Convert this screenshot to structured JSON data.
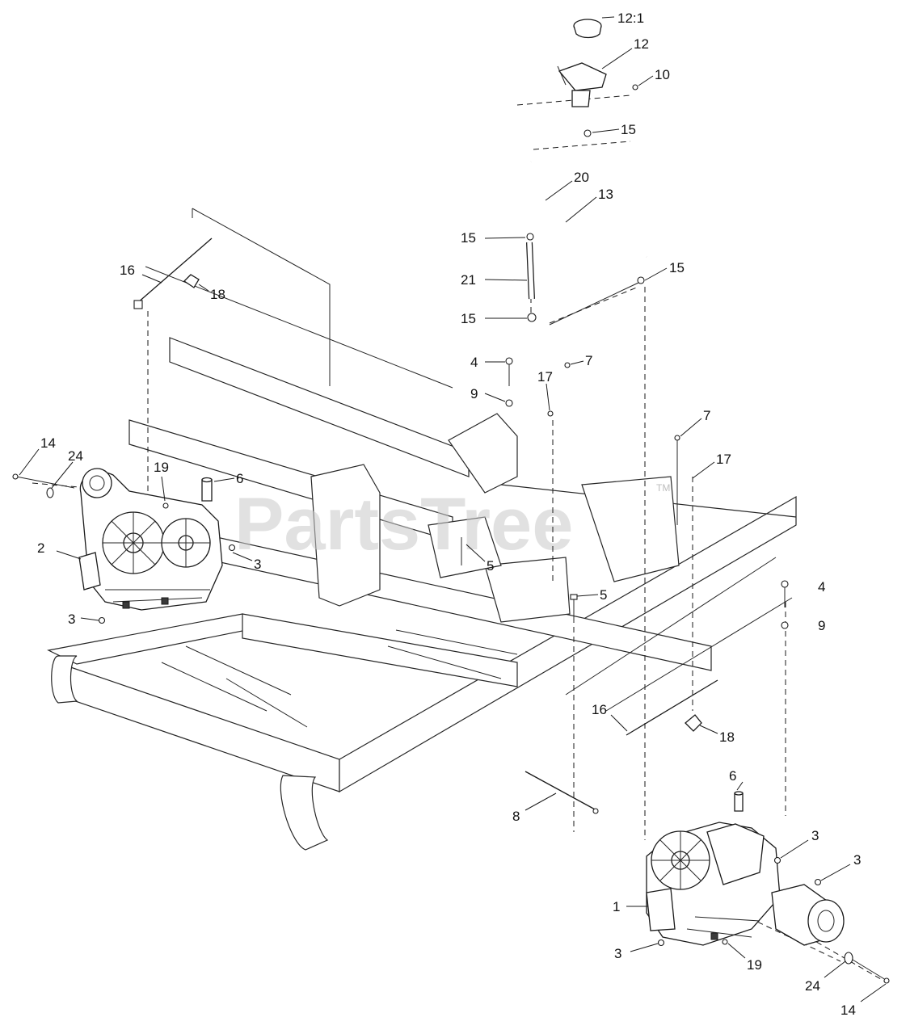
{
  "watermark": {
    "text": "PartsTree",
    "trademark": "TM"
  },
  "callouts": {
    "c12_1": "12:1",
    "c12": "12",
    "c10": "10",
    "c15_top": "15",
    "c20": "20",
    "c13": "13",
    "c15_left_a": "15",
    "c15_right": "15",
    "c21": "21",
    "c15_left_b": "15",
    "c16_left": "16",
    "c18_left": "18",
    "c4_top": "4",
    "c7_top": "7",
    "c9_top": "9",
    "c17_left": "17",
    "c7_mid": "7",
    "c17_right": "17",
    "c14_left": "14",
    "c24_left": "24",
    "c19_left": "19",
    "c6_left": "6",
    "c2": "2",
    "c3_left_mid": "3",
    "c5_left": "5",
    "c5_right": "5",
    "c4_right": "4",
    "c9_right": "9",
    "c3_left_low": "3",
    "c16_right": "16",
    "c18_right": "18",
    "c6_right": "6",
    "c8": "8",
    "c3_right_a": "3",
    "c3_right_b": "3",
    "c1": "1",
    "c3_right_low": "3",
    "c19_right": "19",
    "c24_right": "24",
    "c14_right": "14"
  }
}
